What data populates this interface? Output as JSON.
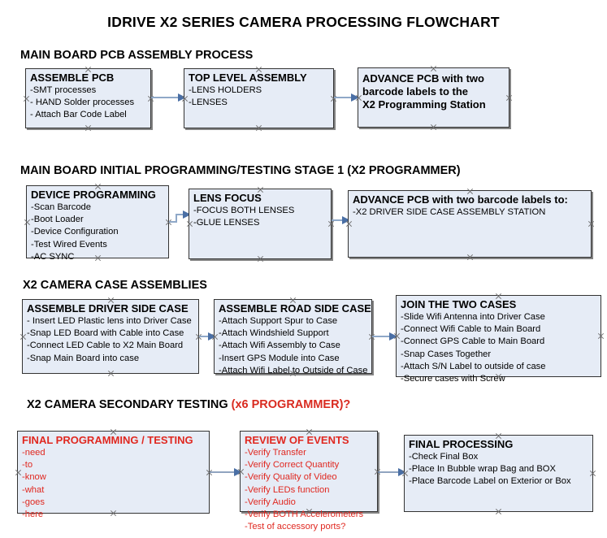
{
  "document": {
    "title": "IDRIVE X2  SERIES CAMERA PROCESSING FLOWCHART"
  },
  "colors": {
    "node_fill": "#e6ecf6",
    "node_border": "#333333",
    "text": "#000000",
    "accent_red": "#e02820",
    "connector": "#8fa8c8",
    "arrowhead": "#4a6fa5"
  },
  "sections": [
    {
      "id": "main-board-pcb-assembly",
      "heading": "MAIN BOARD PCB ASSEMBLY PROCESS",
      "heading_accent": "",
      "nodes": [
        {
          "id": "assemble-pcb",
          "header": "ASSEMBLE PCB",
          "lines": [
            "-SMT processes",
            "- HAND Solder processes",
            "- Attach Bar Code Label"
          ]
        },
        {
          "id": "top-level-assembly",
          "header": "TOP LEVEL ASSEMBLY",
          "lines": [
            "-LENS HOLDERS",
            "-LENSES"
          ]
        },
        {
          "id": "advance-pcb-to-programming-station",
          "header": "ADVANCE PCB with two",
          "header_lines": [
            "ADVANCE PCB with two",
            "barcode labels to the",
            " X2 Programming Station"
          ],
          "lines": []
        }
      ]
    },
    {
      "id": "initial-programming-stage-1",
      "heading": "MAIN BOARD INITIAL PROGRAMMING/TESTING STAGE 1 (X2 PROGRAMMER)",
      "heading_accent": "",
      "nodes": [
        {
          "id": "device-programming",
          "header": "DEVICE PROGRAMMING",
          "lines": [
            "-Scan Barcode",
            "-Boot Loader",
            "-Device Configuration",
            "-Test Wired Events",
            "-AC SYNC"
          ]
        },
        {
          "id": "lens-focus",
          "header": "LENS FOCUS",
          "lines": [
            "-FOCUS BOTH LENSES",
            "-GLUE LENSES"
          ]
        },
        {
          "id": "advance-pcb-to-driver-side-case",
          "header": "ADVANCE PCB with two barcode labels to:",
          "lines": [
            "-X2 DRIVER  SIDE  CASE  ASSEMBLY STATION"
          ]
        }
      ]
    },
    {
      "id": "camera-case-assemblies",
      "heading": "X2 CAMERA CASE ASSEMBLIES",
      "heading_accent": "",
      "nodes": [
        {
          "id": "assemble-driver-side-case",
          "header": "ASSEMBLE DRIVER SIDE CASE",
          "lines": [
            "- Insert LED Plastic lens into Driver Case",
            "-Snap LED Board with Cable into Case",
            "-Connect LED Cable to X2 Main Board",
            "-Snap Main Board into case"
          ]
        },
        {
          "id": "assemble-road-side-case",
          "header": "ASSEMBLE ROAD SIDE CASE",
          "lines": [
            "-Attach Support Spur to Case",
            "-Attach Windshield Support",
            "-Attach Wifi Assembly to Case",
            "-Insert GPS Module into Case",
            "-Attach Wifi Label to Outside of Case"
          ]
        },
        {
          "id": "join-the-two-cases",
          "header": "JOIN THE TWO CASES",
          "lines": [
            "-Slide Wifi Antenna into Driver Case",
            "-Connect Wifi Cable to Main Board",
            "-Connect GPS Cable to Main Board",
            "-Snap Cases Together",
            "-Attach S/N Label to outside of case",
            "-Secure cases with Screw"
          ]
        }
      ]
    },
    {
      "id": "secondary-testing",
      "heading": "X2 CAMERA SECONDARY TESTING ",
      "heading_accent": "(x6 PROGRAMMER)?",
      "nodes": [
        {
          "id": "final-programming-testing",
          "header": "FINAL PROGRAMMING / TESTING",
          "lines": [
            "-need",
            "-to",
            "-know",
            "-what",
            "-goes",
            "-here"
          ]
        },
        {
          "id": "review-of-events",
          "header": "REVIEW OF EVENTS",
          "lines": [
            "-Verify Transfer",
            "-Verify Correct Quantity",
            "-Verify Quality of Video",
            "-Verify LEDs function",
            "-Verify Audio",
            "-Verify BOTH Accelerometers",
            "-Test of accessory ports?"
          ]
        },
        {
          "id": "final-processing",
          "header": "FINAL PROCESSING",
          "lines": [
            " -Check Final Box",
            "-Place In Bubble wrap Bag and BOX",
            "-Place Barcode Label on Exterior or Box"
          ]
        }
      ]
    }
  ]
}
